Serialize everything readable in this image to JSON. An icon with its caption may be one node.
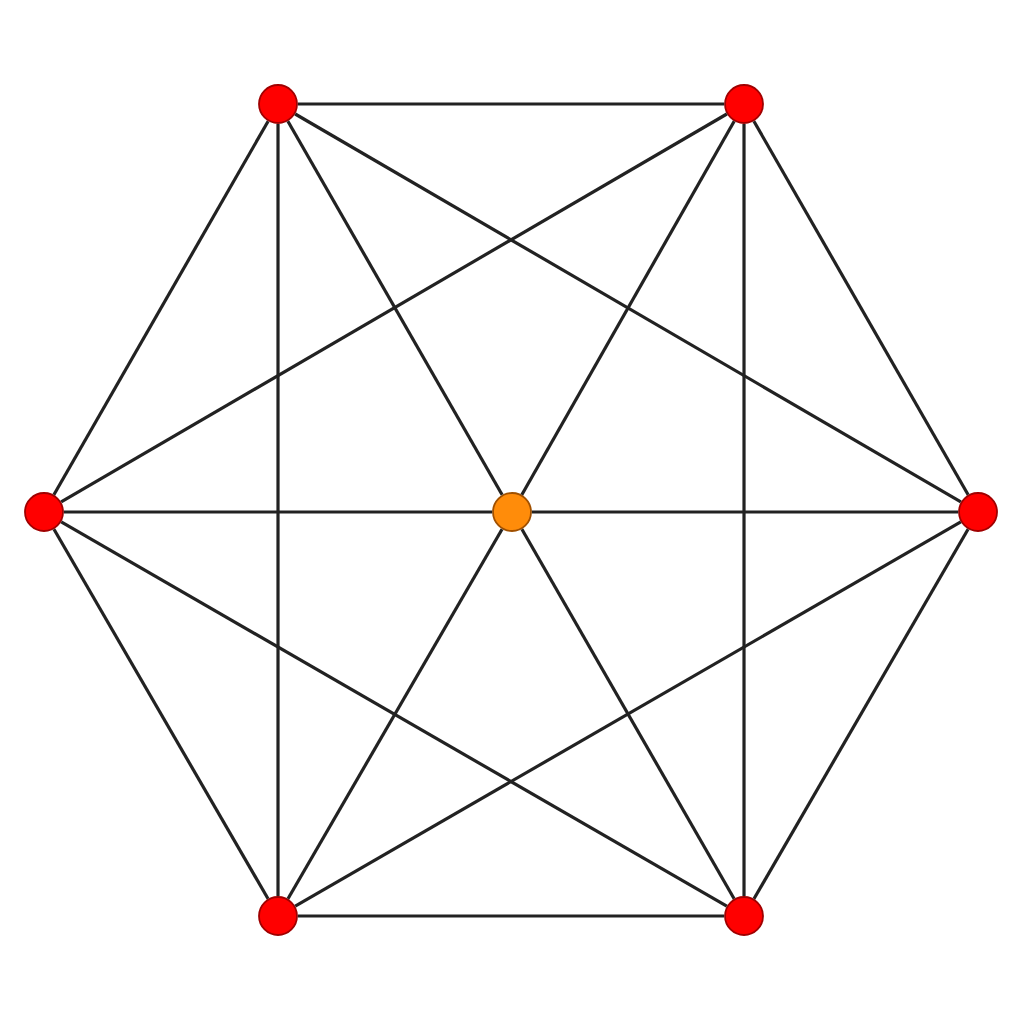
{
  "diagram": {
    "nodes": [
      {
        "text": [],
        "shape": "circle"
      },
      {
        "text": [],
        "shape": "circle"
      },
      {
        "text": [],
        "shape": "circle"
      },
      {
        "text": [],
        "shape": "circle"
      },
      {
        "text": [],
        "shape": "circle"
      },
      {
        "text": [],
        "shape": "circle"
      },
      {
        "text": [],
        "shape": "circle"
      }
    ],
    "edges": [
      {
        "from": 0,
        "to": 1,
        "arrow": "none"
      },
      {
        "from": 0,
        "to": 2,
        "arrow": "none"
      },
      {
        "from": 0,
        "to": 4,
        "arrow": "none"
      },
      {
        "from": 0,
        "to": 5,
        "arrow": "none"
      },
      {
        "from": 1,
        "to": 2,
        "arrow": "none"
      },
      {
        "from": 1,
        "to": 4,
        "arrow": "none"
      },
      {
        "from": 1,
        "to": 6,
        "arrow": "none"
      },
      {
        "from": 2,
        "to": 5,
        "arrow": "none"
      },
      {
        "from": 2,
        "to": 6,
        "arrow": "none"
      },
      {
        "from": 4,
        "to": 5,
        "arrow": "none"
      },
      {
        "from": 4,
        "to": 6,
        "arrow": "none"
      },
      {
        "from": 5,
        "to": 6,
        "arrow": "none"
      },
      {
        "from": 3,
        "to": 0,
        "arrow": "none"
      },
      {
        "from": 3,
        "to": 1,
        "arrow": "none"
      },
      {
        "from": 3,
        "to": 2,
        "arrow": "none"
      },
      {
        "from": 3,
        "to": 4,
        "arrow": "none"
      },
      {
        "from": 3,
        "to": 5,
        "arrow": "none"
      },
      {
        "from": 3,
        "to": 6,
        "arrow": "none"
      }
    ]
  }
}
